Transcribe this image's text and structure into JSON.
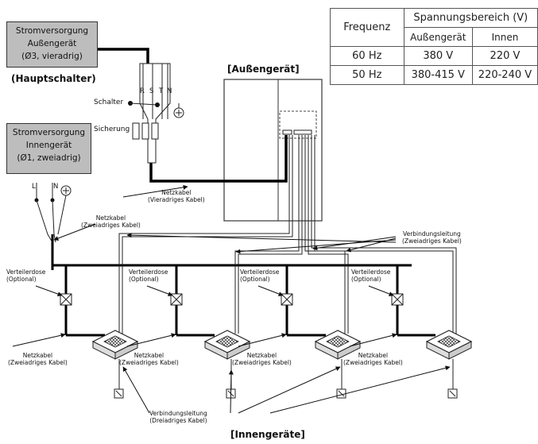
{
  "spec_table": {
    "frequency_header": "Frequenz",
    "voltage_header": "Spannungsbereich (V)",
    "outdoor_header": "Außengerät",
    "indoor_header": "Innen",
    "rows": [
      {
        "freq": "60 Hz",
        "outdoor": "380 V",
        "indoor": "220 V"
      },
      {
        "freq": "50 Hz",
        "outdoor": "380-415 V",
        "indoor": "220-240 V"
      }
    ]
  },
  "outdoor_power": {
    "line1": "Stromversorgung",
    "line2": "Außengerät",
    "line3": "(Ø3, vieradrig)"
  },
  "indoor_power": {
    "line1": "Stromversorgung",
    "line2": "Innengerät",
    "line3": "(Ø1, zweiadrig)"
  },
  "main_switch": "(Hauptschalter)",
  "switch_label": "Schalter",
  "fuse_label": "Sicherung",
  "phases": [
    "R",
    "S",
    "T",
    "N"
  ],
  "indoor_phases": [
    "L",
    "N"
  ],
  "outdoor_unit_title": "[Außengerät]",
  "indoor_units_title": "[Innengeräte]",
  "cable_power_4wire": {
    "line1": "Netzkabel",
    "line2": "(Vieradriges Kabel)"
  },
  "cable_power_2wire_top": {
    "line1": "Netzkabel",
    "line2": "(Zweiadriges Kabel)"
  },
  "connection_2wire": {
    "line1": "Verbindungsleitung",
    "line2": "(Zweiadriges Kabel)"
  },
  "connection_3wire": {
    "line1": "Verbindungsleitung",
    "line2": "(Dreiadriges Kabel)"
  },
  "distribution_box": {
    "line1": "Verteilerdose",
    "line2": "(Optional)"
  },
  "indoor_power_cable": {
    "line1": "Netzkabel",
    "line2": "(Zweiadriges Kabel)"
  }
}
